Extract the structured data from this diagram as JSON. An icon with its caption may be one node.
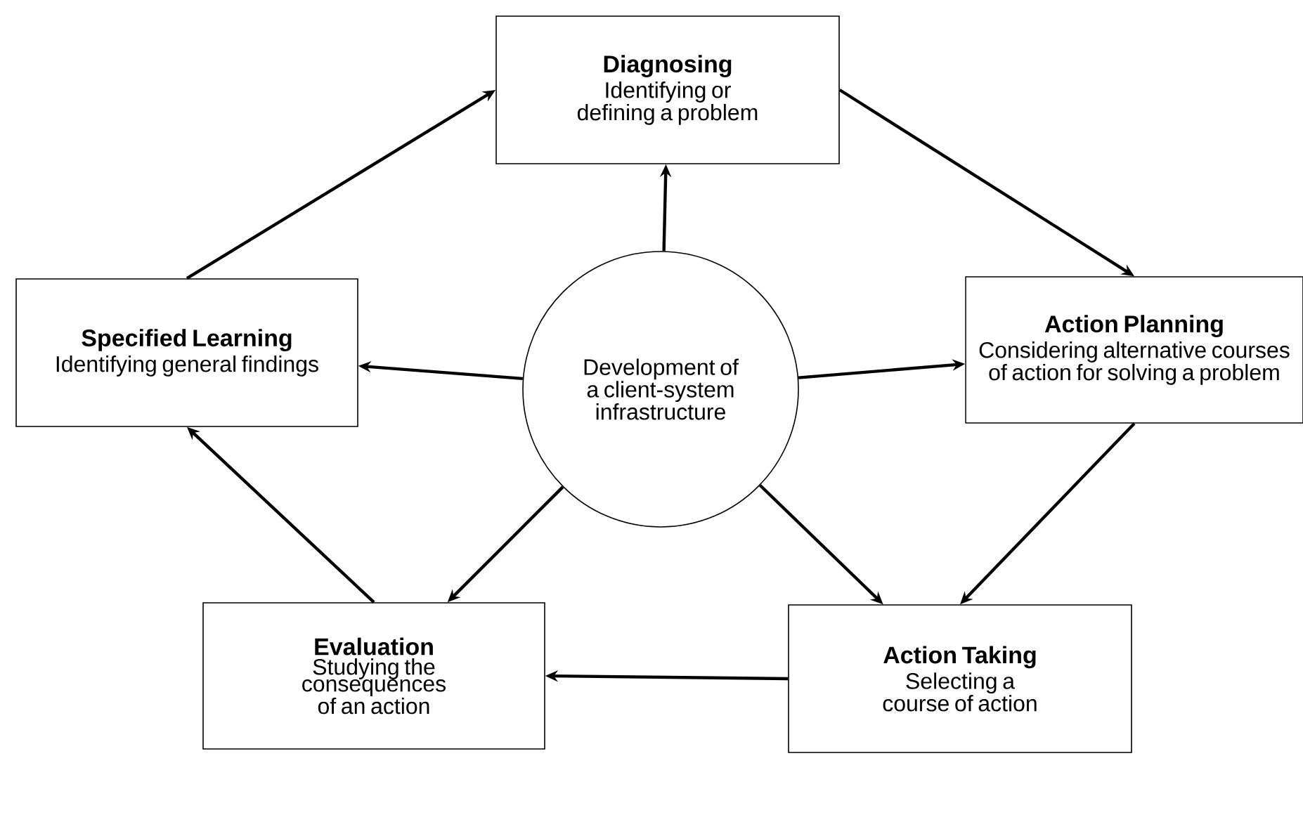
{
  "diagram": {
    "nodes": [
      {
        "text": [
          "Diagnosing",
          "Identifying or defining a problem"
        ]
      },
      {
        "text": [
          "Specified Learning",
          "Identifying general findings"
        ]
      },
      {
        "text": [
          "Development of a client-system infrastructure"
        ]
      },
      {
        "text": [
          "Action Planning",
          "Considering alternative courses of action for solving a problem"
        ]
      },
      {
        "text": [
          "Evaluation",
          "Studying the consequences of an action"
        ]
      },
      {
        "text": [
          "Action Taking",
          "Selecting a course of action"
        ]
      }
    ],
    "edges": [
      {
        "from": 1,
        "to": 0,
        "arrow": "to"
      },
      {
        "from": 0,
        "to": 3,
        "arrow": "to"
      },
      {
        "from": 3,
        "to": 5,
        "arrow": "to"
      },
      {
        "from": 5,
        "to": 4,
        "arrow": "to"
      },
      {
        "from": 4,
        "to": 1,
        "arrow": "to"
      },
      {
        "from": 2,
        "to": 0,
        "arrow": "to"
      },
      {
        "from": 2,
        "to": 1,
        "arrow": "to"
      },
      {
        "from": 2,
        "to": 3,
        "arrow": "to"
      },
      {
        "from": 2,
        "to": 5,
        "arrow": "to"
      },
      {
        "from": 2,
        "to": 4,
        "arrow": "to"
      }
    ]
  }
}
